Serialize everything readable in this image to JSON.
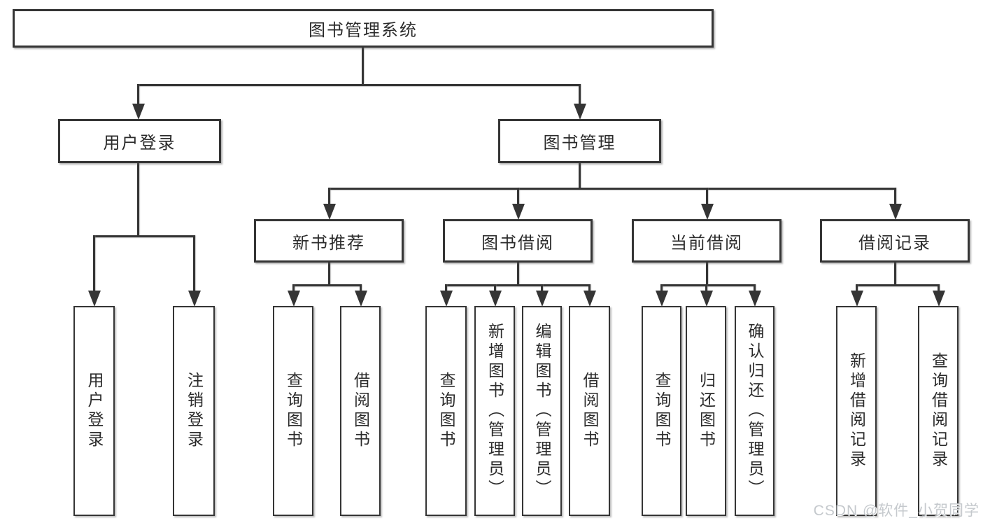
{
  "diagram": {
    "root": "图书管理系统",
    "branches": [
      {
        "label": "用户登录",
        "leaves": [
          "用户登录",
          "注销登录"
        ]
      },
      {
        "label": "图书管理",
        "children": [
          {
            "label": "新书推荐",
            "leaves": [
              "查询图书",
              "借阅图书"
            ]
          },
          {
            "label": "图书借阅",
            "leaves": [
              "查询图书",
              "新增图书（管理员）",
              "编辑图书（管理员）",
              "借阅图书"
            ]
          },
          {
            "label": "当前借阅",
            "leaves": [
              "查询图书",
              "归还图书",
              "确认归还（管理员）"
            ]
          },
          {
            "label": "借阅记录",
            "leaves": [
              "新增借阅记录",
              "查询借阅记录"
            ]
          }
        ]
      }
    ]
  },
  "watermark": "CSDN @软件_小贺同学",
  "colors": {
    "line": "#353535",
    "text": "#2b2b2b",
    "background": "#ffffff",
    "watermark": "#c5c9cd"
  }
}
